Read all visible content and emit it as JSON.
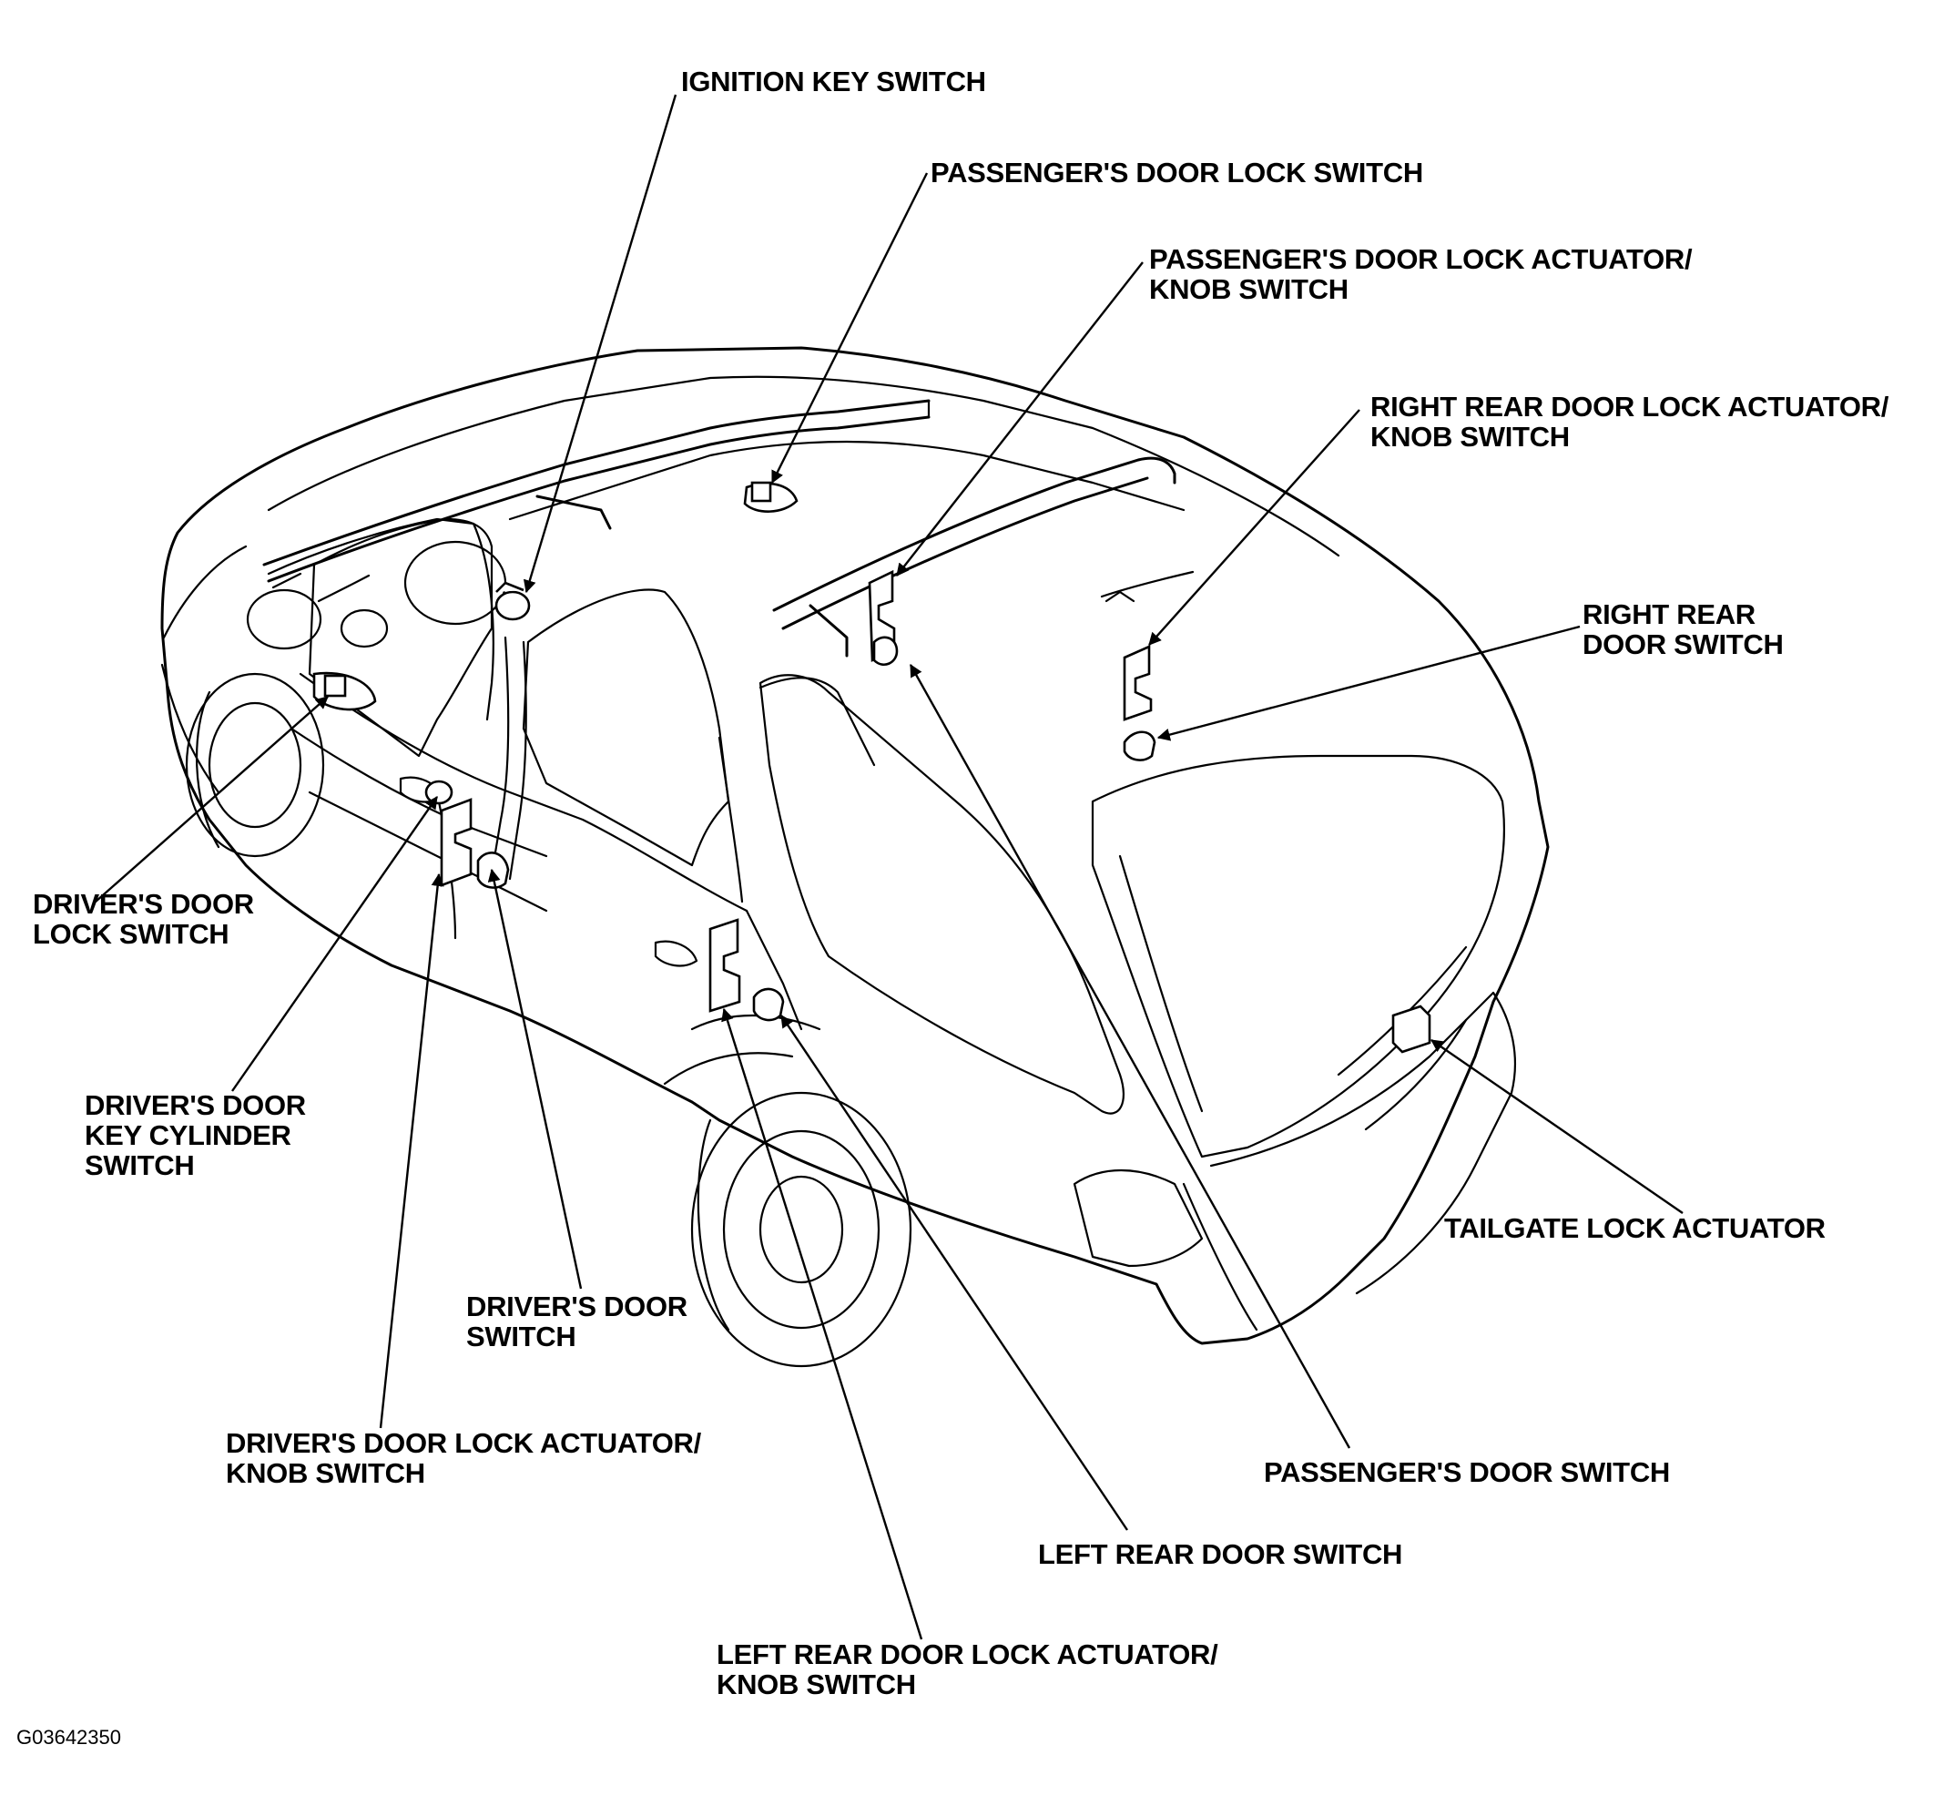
{
  "diagram": {
    "labels": {
      "ignition_key_switch": [
        "IGNITION KEY SWITCH"
      ],
      "passengers_door_lock_switch": [
        "PASSENGER'S DOOR LOCK SWITCH"
      ],
      "passengers_door_lock_actuator": [
        "PASSENGER'S DOOR LOCK ACTUATOR/",
        "KNOB SWITCH"
      ],
      "right_rear_door_lock_actuator": [
        "RIGHT REAR DOOR LOCK ACTUATOR/",
        "KNOB SWITCH"
      ],
      "right_rear_door_switch": [
        "RIGHT REAR",
        "DOOR SWITCH"
      ],
      "drivers_door_lock_switch": [
        "DRIVER'S DOOR",
        "LOCK SWITCH"
      ],
      "drivers_door_key_cylinder_switch": [
        "DRIVER'S DOOR",
        "KEY CYLINDER",
        "SWITCH"
      ],
      "tailgate_lock_actuator": [
        "TAILGATE LOCK ACTUATOR"
      ],
      "drivers_door_switch": [
        "DRIVER'S DOOR",
        "SWITCH"
      ],
      "drivers_door_lock_actuator": [
        "DRIVER'S DOOR LOCK ACTUATOR/",
        "KNOB SWITCH"
      ],
      "passengers_door_switch": [
        "PASSENGER'S DOOR SWITCH"
      ],
      "left_rear_door_switch": [
        "LEFT REAR DOOR SWITCH"
      ],
      "left_rear_door_lock_actuator": [
        "LEFT REAR DOOR LOCK ACTUATOR/",
        "KNOB SWITCH"
      ]
    },
    "figure_code": "G03642350"
  }
}
